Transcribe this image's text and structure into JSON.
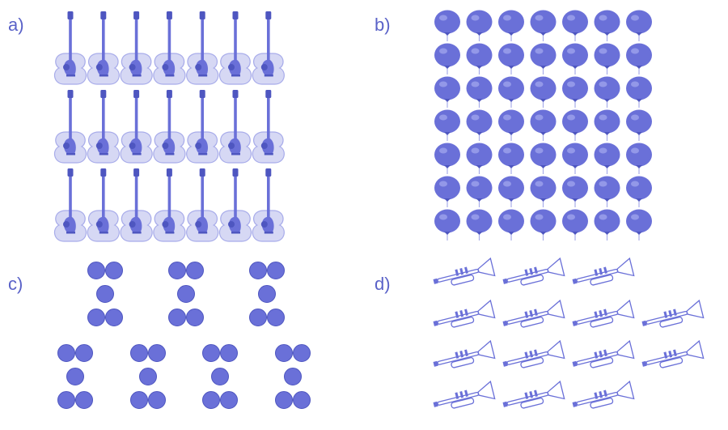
{
  "panels": {
    "a": {
      "label": "a)",
      "icon": "guitar-icon",
      "rows": 3,
      "cols": 7
    },
    "b": {
      "label": "b)",
      "icon": "balloon-icon",
      "rows": 7,
      "cols": 7
    },
    "c": {
      "label": "c)",
      "icon": "dot-icon",
      "groups": 7,
      "dots_per_group": 5
    },
    "d": {
      "label": "d)",
      "icon": "trumpet-icon",
      "row_counts": [
        3,
        4,
        4,
        3
      ]
    }
  },
  "colors": {
    "label": "#5a62c8",
    "fill": "#6a70d8",
    "dark": "#4e56c0",
    "light": "#d6d8f4",
    "outline": "#a8acea"
  }
}
